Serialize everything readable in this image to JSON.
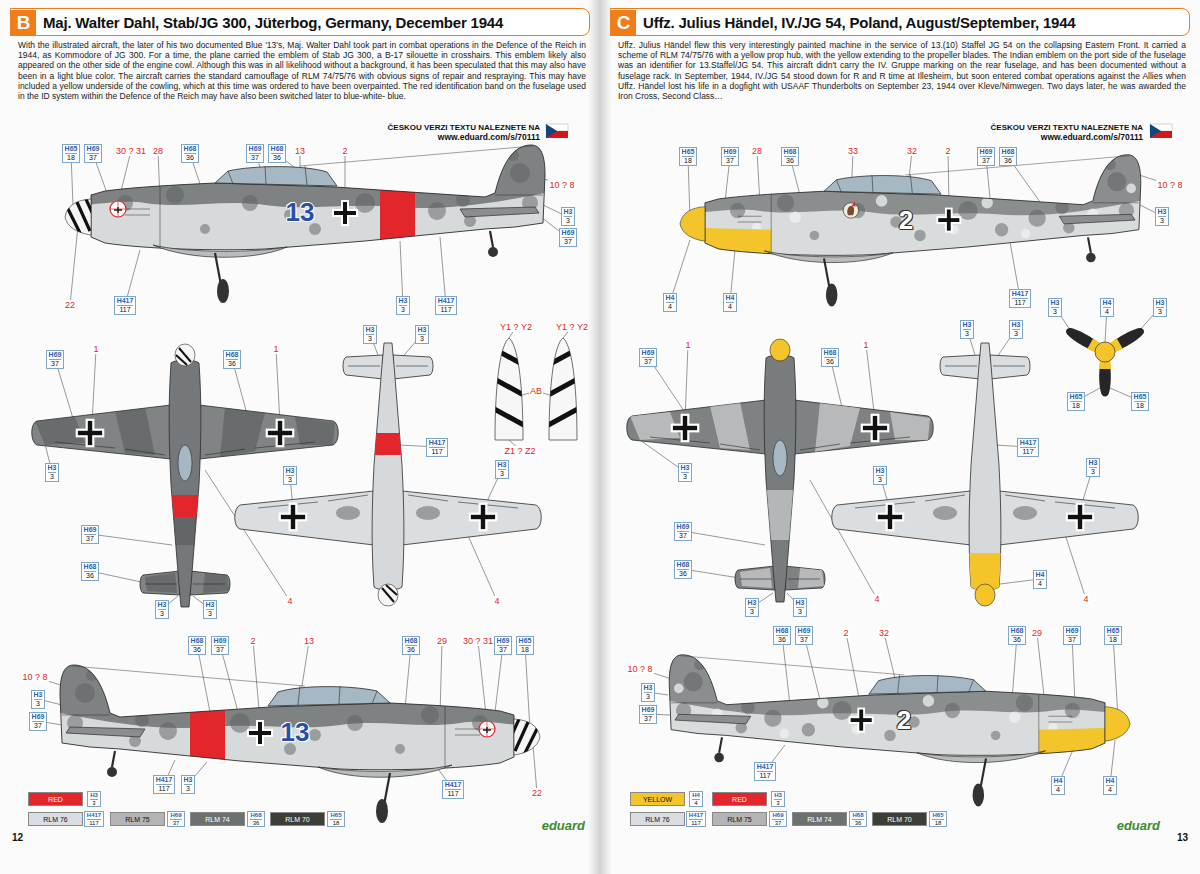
{
  "diagram": {
    "nodes": [
      {
        "text": [
          "B",
          "Maj. Walter Dahl, Stab/JG 300, Jüterbog, Germany, December 1944"
        ]
      },
      {
        "text": [
          "H65",
          "18"
        ]
      },
      {
        "text": [
          "H69",
          "37"
        ]
      },
      {
        "text": [
          "H68",
          "36"
        ]
      },
      {
        "text": [
          "H69",
          "37"
        ]
      },
      {
        "text": [
          "H68",
          "36"
        ]
      },
      {
        "text": [
          "H3",
          "3"
        ]
      },
      {
        "text": [
          "H69",
          "37"
        ]
      },
      {
        "text": [
          "H417",
          "117"
        ]
      },
      {
        "text": [
          "H3",
          "3"
        ]
      },
      {
        "text": [
          "H417",
          "117"
        ]
      },
      {
        "text": [
          "H3",
          "3"
        ]
      },
      {
        "text": [
          "H3",
          "3"
        ]
      },
      {
        "text": [
          "H69",
          "37"
        ]
      },
      {
        "text": [
          "H68",
          "36"
        ]
      },
      {
        "text": [
          "H417",
          "117"
        ]
      },
      {
        "text": [
          "H3",
          "3"
        ]
      },
      {
        "text": [
          "H3",
          "3"
        ]
      },
      {
        "text": [
          "H3",
          "3"
        ]
      },
      {
        "text": [
          "H69",
          "37"
        ]
      },
      {
        "text": [
          "H68",
          "36"
        ]
      },
      {
        "text": [
          "H3",
          "3"
        ]
      },
      {
        "text": [
          "H3",
          "3"
        ]
      },
      {
        "text": [
          "H68",
          "36"
        ]
      },
      {
        "text": [
          "H69",
          "37"
        ]
      },
      {
        "text": [
          "H68",
          "36"
        ]
      },
      {
        "text": [
          "H69",
          "37"
        ]
      },
      {
        "text": [
          "H65",
          "18"
        ]
      },
      {
        "text": [
          "H3",
          "3"
        ]
      },
      {
        "text": [
          "H69",
          "37"
        ]
      },
      {
        "text": [
          "H417",
          "117"
        ]
      },
      {
        "text": [
          "H3",
          "3"
        ]
      },
      {
        "text": [
          "H417",
          "117"
        ]
      },
      {
        "text": [
          "H3",
          "3"
        ]
      },
      {
        "text": [
          "H417",
          "117"
        ]
      },
      {
        "text": [
          "H69",
          "37"
        ]
      },
      {
        "text": [
          "H68",
          "36"
        ]
      },
      {
        "text": [
          "H65",
          "18"
        ]
      },
      {
        "text": [
          "C",
          "Uffz. Julius Händel, IV./JG 54, Poland, August/September, 1944"
        ]
      },
      {
        "text": [
          "H65",
          "18"
        ]
      },
      {
        "text": [
          "H69",
          "37"
        ]
      },
      {
        "text": [
          "H68",
          "36"
        ]
      },
      {
        "text": [
          "H69",
          "37"
        ]
      },
      {
        "text": [
          "H68",
          "36"
        ]
      },
      {
        "text": [
          "H3",
          "3"
        ]
      },
      {
        "text": [
          "H4",
          "4"
        ]
      },
      {
        "text": [
          "H4",
          "4"
        ]
      },
      {
        "text": [
          "H417",
          "117"
        ]
      },
      {
        "text": [
          "H3",
          "3"
        ]
      },
      {
        "text": [
          "H3",
          "3"
        ]
      },
      {
        "text": [
          "H3",
          "3"
        ]
      },
      {
        "text": [
          "H4",
          "4"
        ]
      },
      {
        "text": [
          "H3",
          "3"
        ]
      },
      {
        "text": [
          "H69",
          "37"
        ]
      },
      {
        "text": [
          "H68",
          "36"
        ]
      },
      {
        "text": [
          "H65",
          "18"
        ]
      },
      {
        "text": [
          "H65",
          "18"
        ]
      },
      {
        "text": [
          "H3",
          "3"
        ]
      },
      {
        "text": [
          "H417",
          "117"
        ]
      },
      {
        "text": [
          "H3",
          "3"
        ]
      },
      {
        "text": [
          "H3",
          "3"
        ]
      },
      {
        "text": [
          "H69",
          "37"
        ]
      },
      {
        "text": [
          "H68",
          "36"
        ]
      },
      {
        "text": [
          "H4",
          "4"
        ]
      },
      {
        "text": [
          "H3",
          "3"
        ]
      },
      {
        "text": [
          "H3",
          "3"
        ]
      },
      {
        "text": [
          "H68",
          "36"
        ]
      },
      {
        "text": [
          "H69",
          "37"
        ]
      },
      {
        "text": [
          "H68",
          "36"
        ]
      },
      {
        "text": [
          "H69",
          "37"
        ]
      },
      {
        "text": [
          "H65",
          "18"
        ]
      },
      {
        "text": [
          "H3",
          "3"
        ]
      },
      {
        "text": [
          "H69",
          "37"
        ]
      },
      {
        "text": [
          "H417",
          "117"
        ]
      },
      {
        "text": [
          "H4",
          "4"
        ]
      },
      {
        "text": [
          "H4",
          "4"
        ]
      },
      {
        "text": [
          "H4",
          "4"
        ]
      },
      {
        "text": [
          "H3",
          "3"
        ]
      },
      {
        "text": [
          "H417",
          "117"
        ]
      },
      {
        "text": [
          "H69",
          "37"
        ]
      },
      {
        "text": [
          "H68",
          "36"
        ]
      },
      {
        "text": [
          "H65",
          "18"
        ]
      }
    ],
    "labels": [
      "With the illustrated aircraft, the later of his two documented Blue '13's, Maj. Walter Dahl took part in combat operations in the Defence of the Reich in 1944, as Kommodore of JG 300. For a time, the plane carried the emblem of Stab JG 300, a B-17 silouette in crosshairs. This emblem likely also appeared on the other side of the engine cowl. Although this was in all likelihood without a background, it has been speculated that this may also have been in a light blue color. The aircraft carries the standard camouflage of RLM 74/75/76 with obvious signs of repair and respraying. This may have included a yellow underside of the cowling, which at this time was ordered to have been overpainted. The red identification band on the fuselage used in the ID system within the Defence of the Reich may have also been switched later to blue-white- blue.",
      "ČESKOU VERZI TEXTU NALEZNETE NA",
      "www.eduard.com/s/70111",
      "30 ? 31",
      "28",
      "13",
      "2",
      "10 ? 8",
      "13",
      "22",
      "1",
      "1",
      "Y1 ? Y2",
      "Y1 ? Y2",
      "AB",
      "Z1 ? Z2",
      "4",
      "4",
      "10 ? 8",
      "2",
      "13",
      "29",
      "30 ? 31",
      "13",
      "22",
      "12",
      "eduard",
      "Uffz. Julius Händel flew this very interestingly painted machine in the service of 13.(10) Staffel JG 54 on the collapsing Eastern Front. It carried a scheme of RLM 74/75/76 with a yellow prop hub, with the yellow extending to the propeller blades. The Indian emblem on the port side of the fuselage was an identifier for 13.Staffel/JG 54. This aircraft didn't carry the IV. Gruppe marking on the rear fuselage, and has been documented without a fuselage rack. In September, 1944, IV./JG 54 stood down for R and R time at Illesheim, but soon entered combat operations against the Allies when Uffz. Händel lost his life in a dogfight with USAAF Thunderbolts on September 23, 1944 over Kleve/Nimwegen. Two days later, he was awarded the Iron Cross, Second Class…",
      "ČESKOU VERZI TEXTU NALEZNETE NA",
      "www.eduard.com/s/70111",
      "28",
      "33",
      "32",
      "2",
      "10 ? 8",
      "2",
      "1",
      "1",
      "4",
      "4",
      "10 ? 8",
      "2",
      "32",
      "29",
      "2",
      "13",
      "eduard"
    ],
    "legend": [
      {
        "text": "RED",
        "color": "#e3262b"
      },
      {
        "text": "RLM 76",
        "color": "#d9dde1"
      },
      {
        "text": "RLM 75",
        "color": "#b3b4b3"
      },
      {
        "text": "RLM 74",
        "color": "#6d7170"
      },
      {
        "text": "RLM 70",
        "color": "#3b3f38"
      },
      {
        "text": "YELLOW",
        "color": "#f3c52a"
      },
      {
        "text": "RED",
        "color": "#e3262b"
      },
      {
        "text": "RLM 76",
        "color": "#d9dde1"
      },
      {
        "text": "RLM 75",
        "color": "#b3b4b3"
      },
      {
        "text": "RLM 74",
        "color": "#6d7170"
      },
      {
        "text": "RLM 70",
        "color": "#3b3f38"
      }
    ]
  }
}
